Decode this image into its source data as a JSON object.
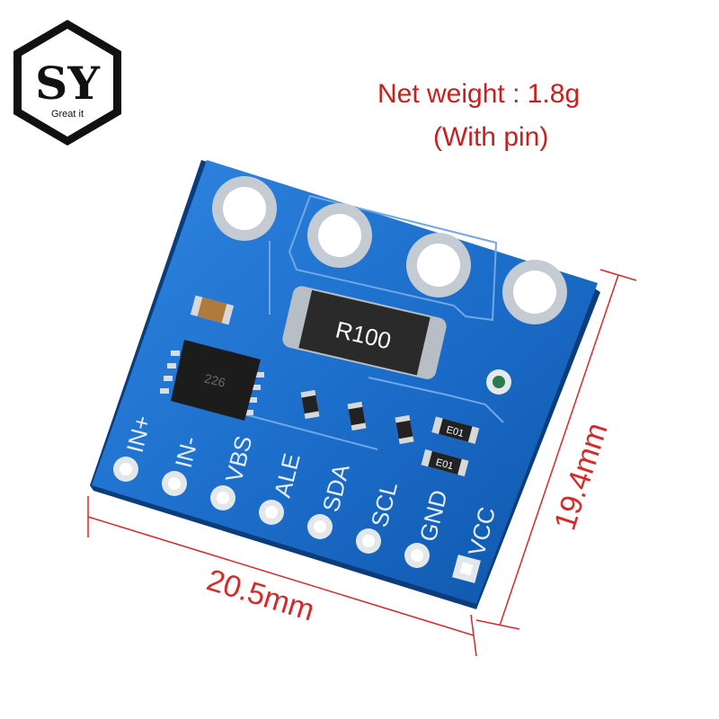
{
  "logo": {
    "letters": "SY",
    "tagline": "Great it"
  },
  "caption": {
    "line1": "Net weight : 1.8g",
    "line2": "(With pin)"
  },
  "dimensions": {
    "width": "20.5mm",
    "height": "19.4mm"
  },
  "board": {
    "shunt_label": "R100",
    "chip_marking": "226",
    "smd_marking": "E01",
    "pins": [
      "IN+",
      "IN-",
      "VBS",
      "ALE",
      "SDA",
      "SCL",
      "GND",
      "VCC"
    ]
  },
  "colors": {
    "board": "#1a6fcf",
    "caption": "#c8201e",
    "dimension": "#d42a2a",
    "silkscreen": "#e8eef8"
  }
}
